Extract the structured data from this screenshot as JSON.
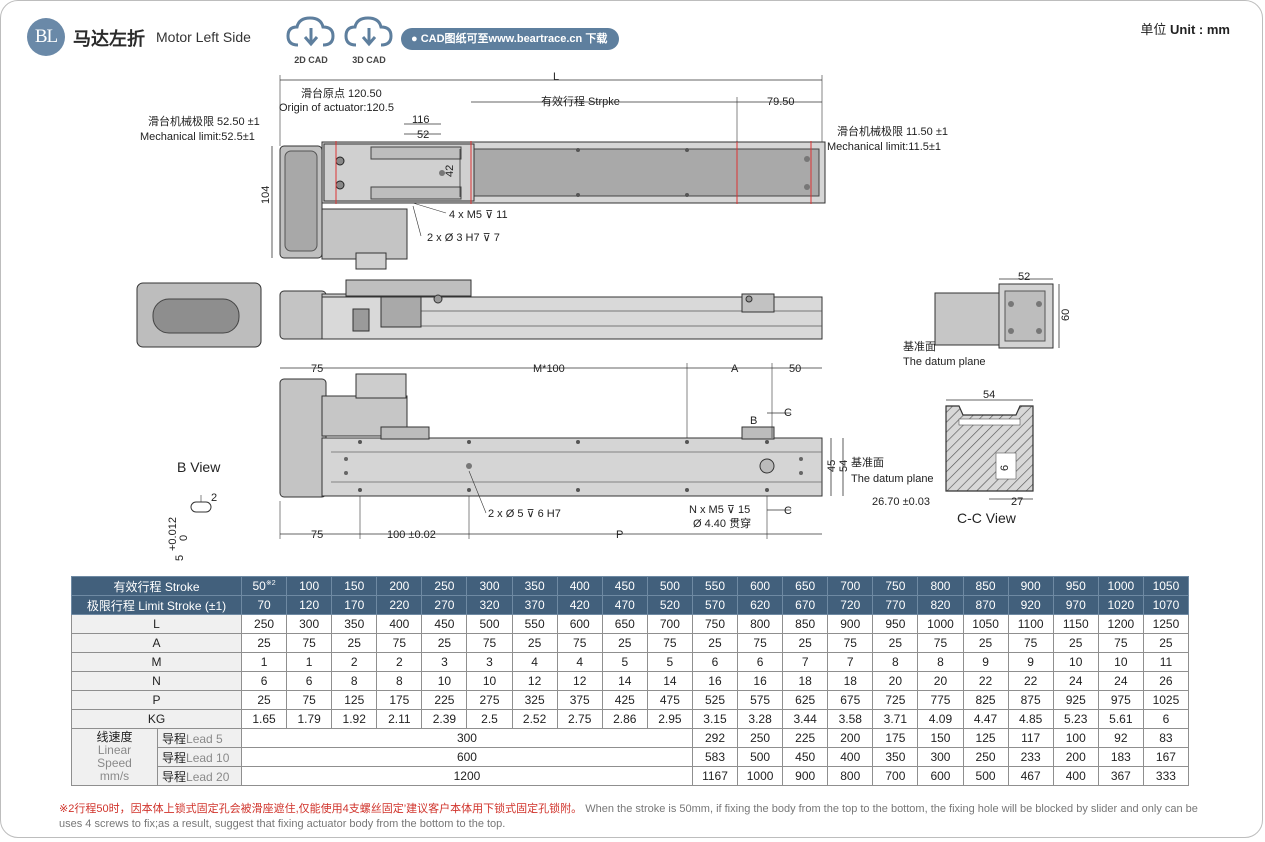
{
  "header": {
    "logo_text": "BL",
    "title_cn": "马达左折",
    "title_en": "Motor Left Side",
    "cad_2d": "2D CAD",
    "cad_3d": "3D CAD",
    "banner": "● CAD图纸可至www.beartrace.cn 下载",
    "unit_cn": "单位",
    "unit_en": "Unit : mm"
  },
  "drawing": {
    "dim_L": "L",
    "origin_cn": "滑台原点 120.50",
    "origin_en": "Origin of actuator:120.5",
    "stroke_cn": "有效行程 Strpke",
    "dim_7950": "79.50",
    "mech_left_cn": "滑台机械极限 52.50 ±1",
    "mech_left_en": "Mechanical limit:52.5±1",
    "mech_right_cn": "滑台机械极限 11.50 ±1",
    "mech_right_en": "Mechanical limit:11.5±1",
    "dim_116": "116",
    "dim_52": "52",
    "dim_42": "42",
    "dim_104": "104",
    "m5_top": "4 x M5 ⊽ 11",
    "pin_top": "2 x Ø 3 H7 ⊽ 7",
    "side_52": "52",
    "side_60": "60",
    "datum_cn": "基准面",
    "datum_en": "The datum plane",
    "dim_75_top": "75",
    "dim_m100": "M*100",
    "dim_A": "A",
    "dim_50": "50",
    "mark_B": "B",
    "mark_C": "C",
    "dim_45": "45",
    "dim_54": "54",
    "bottom_datum_cn": "基准面",
    "bottom_datum_en": "The datum plane",
    "b_view": "B View",
    "b_2": "2",
    "b_tol": "+0.012",
    "b_0": "0",
    "b_5": "5",
    "pin_bottom": "2 x Ø 5 ⊽ 6 H7",
    "nm5": "N x M5 ⊽ 15",
    "thru": "Ø 4.40 贯穿",
    "dim_75_bot": "75",
    "dim_100": "100 ±0.02",
    "dim_P": "P",
    "cc_54": "54",
    "cc_6": "6",
    "cc_2670": "26.70 ±0.03",
    "cc_27": "27",
    "cc_view": "C-C View"
  },
  "table": {
    "stroke_label": "有效行程  Stroke",
    "stroke_first": "50",
    "stroke_first_note": "※2",
    "strokes": [
      "100",
      "150",
      "200",
      "250",
      "300",
      "350",
      "400",
      "450",
      "500",
      "550",
      "600",
      "650",
      "700",
      "750",
      "800",
      "850",
      "900",
      "950",
      "1000",
      "1050"
    ],
    "limit_label": "极限行程  Limit Stroke (±1)",
    "limits": [
      "70",
      "120",
      "170",
      "220",
      "270",
      "320",
      "370",
      "420",
      "470",
      "520",
      "570",
      "620",
      "670",
      "720",
      "770",
      "820",
      "870",
      "920",
      "970",
      "1020",
      "1070"
    ],
    "rows": [
      {
        "label": "L",
        "values": [
          "250",
          "300",
          "350",
          "400",
          "450",
          "500",
          "550",
          "600",
          "650",
          "700",
          "750",
          "800",
          "850",
          "900",
          "950",
          "1000",
          "1050",
          "1100",
          "1150",
          "1200",
          "1250"
        ]
      },
      {
        "label": "A",
        "values": [
          "25",
          "75",
          "25",
          "75",
          "25",
          "75",
          "25",
          "75",
          "25",
          "75",
          "25",
          "75",
          "25",
          "75",
          "25",
          "75",
          "25",
          "75",
          "25",
          "75",
          "25"
        ]
      },
      {
        "label": "M",
        "values": [
          "1",
          "1",
          "2",
          "2",
          "3",
          "3",
          "4",
          "4",
          "5",
          "5",
          "6",
          "6",
          "7",
          "7",
          "8",
          "8",
          "9",
          "9",
          "10",
          "10",
          "11"
        ]
      },
      {
        "label": "N",
        "values": [
          "6",
          "6",
          "8",
          "8",
          "10",
          "10",
          "12",
          "12",
          "14",
          "14",
          "16",
          "16",
          "18",
          "18",
          "20",
          "20",
          "22",
          "22",
          "24",
          "24",
          "26"
        ]
      },
      {
        "label": "P",
        "values": [
          "25",
          "75",
          "125",
          "175",
          "225",
          "275",
          "325",
          "375",
          "425",
          "475",
          "525",
          "575",
          "625",
          "675",
          "725",
          "775",
          "825",
          "875",
          "925",
          "975",
          "1025"
        ]
      },
      {
        "label": "KG",
        "values": [
          "1.65",
          "1.79",
          "1.92",
          "2.11",
          "2.39",
          "2.5",
          "2.52",
          "2.75",
          "2.86",
          "2.95",
          "3.15",
          "3.28",
          "3.44",
          "3.58",
          "3.71",
          "4.09",
          "4.47",
          "4.85",
          "5.23",
          "5.61",
          "6"
        ]
      }
    ],
    "speed_label_cn": "线速度",
    "speed_label_en1": "Linear",
    "speed_label_en2": "Speed",
    "speed_label_en3": "mm/s",
    "leads": [
      {
        "cn": "导程",
        "en": "Lead 5",
        "merged": "300",
        "values": [
          "292",
          "250",
          "225",
          "200",
          "175",
          "150",
          "125",
          "117",
          "100",
          "92",
          "83"
        ]
      },
      {
        "cn": "导程",
        "en": "Lead 10",
        "merged": "600",
        "values": [
          "583",
          "500",
          "450",
          "400",
          "350",
          "300",
          "250",
          "233",
          "200",
          "183",
          "167"
        ]
      },
      {
        "cn": "导程",
        "en": "Lead 20",
        "merged": "1200",
        "values": [
          "1167",
          "1000",
          "900",
          "800",
          "700",
          "600",
          "500",
          "467",
          "400",
          "367",
          "333"
        ]
      }
    ]
  },
  "note": {
    "red": "※2行程50时，因本体上锁式固定孔会被滑座遮住,仅能使用4支螺丝固定’建议客户本体用下锁式固定孔锁附。",
    "gray": "When the stroke is 50mm, if fixing the body from the top to the bottom, the fixing hole will be blocked by slider and only can be uses 4 screws to fix;as a result, suggest that fixing actuator body from the bottom to the top."
  }
}
